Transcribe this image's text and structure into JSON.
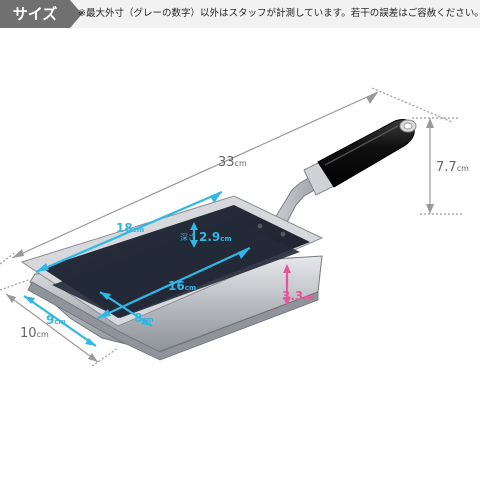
{
  "header": {
    "tag": "サイズ",
    "note": "※最大外寸（グレーの数字）以外はスタッフが計測しています。若干の誤差はご容赦ください。"
  },
  "dimensions": {
    "total_length": {
      "value": "33",
      "unit": "cm"
    },
    "total_height": {
      "value": "7.7",
      "unit": "cm"
    },
    "outer_width": {
      "value": "10",
      "unit": "cm"
    },
    "inner_width": {
      "value": "9",
      "unit": "cm"
    },
    "inner_length": {
      "value": "18",
      "unit": "cm"
    },
    "bottom_length": {
      "value": "16",
      "unit": "cm"
    },
    "bottom_width": {
      "value": "8",
      "unit": "cm"
    },
    "depth": {
      "label": "深さ",
      "value": "2.9",
      "unit": "cm"
    },
    "side_height": {
      "value": "3.3",
      "unit": "cm"
    }
  },
  "colors": {
    "gray_line": "#9a9a9a",
    "cyan": "#2fb7e6",
    "pink": "#e8559a",
    "header_tag": "#707070"
  }
}
